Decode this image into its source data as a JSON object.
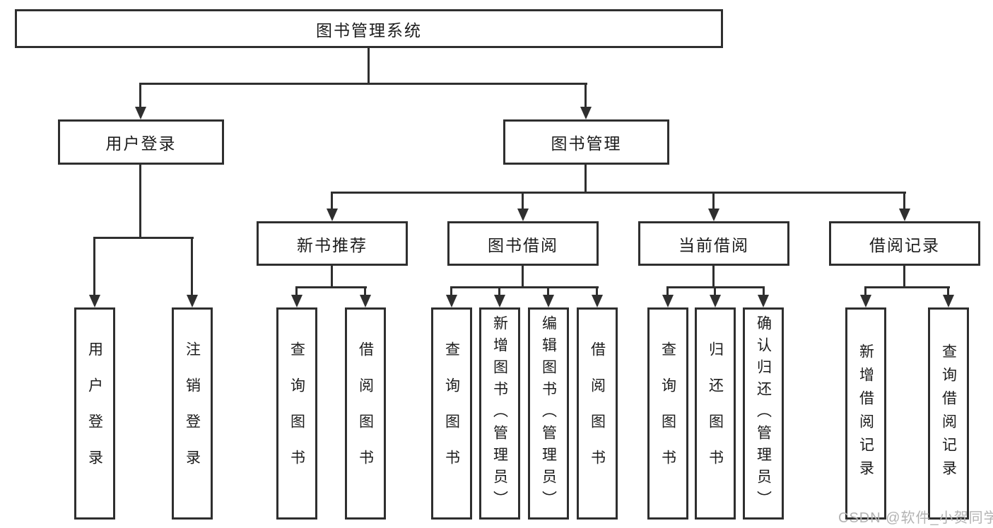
{
  "colors": {
    "line": "#2f2f2f",
    "box_border": "#2f2f2f",
    "text": "#1c1c1c",
    "watermark": "#b3b3b3",
    "background": "#ffffff"
  },
  "watermark": "CSDN @软件_小贺同学",
  "tree": {
    "label": "图书管理系统",
    "children": [
      {
        "label": "用户登录",
        "children": [
          {
            "label": "用户登录"
          },
          {
            "label": "注销登录"
          }
        ]
      },
      {
        "label": "图书管理",
        "children": [
          {
            "label": "新书推荐",
            "children": [
              {
                "label": "查询图书"
              },
              {
                "label": "借阅图书"
              }
            ]
          },
          {
            "label": "图书借阅",
            "children": [
              {
                "label": "查询图书"
              },
              {
                "label": "新增图书（管理员）"
              },
              {
                "label": "编辑图书（管理员）"
              },
              {
                "label": "借阅图书"
              }
            ]
          },
          {
            "label": "当前借阅",
            "children": [
              {
                "label": "查询图书"
              },
              {
                "label": "归还图书"
              },
              {
                "label": "确认归还（管理员）"
              }
            ]
          },
          {
            "label": "借阅记录",
            "children": [
              {
                "label": "新增借阅记录"
              },
              {
                "label": "查询借阅记录"
              }
            ]
          }
        ]
      }
    ]
  }
}
